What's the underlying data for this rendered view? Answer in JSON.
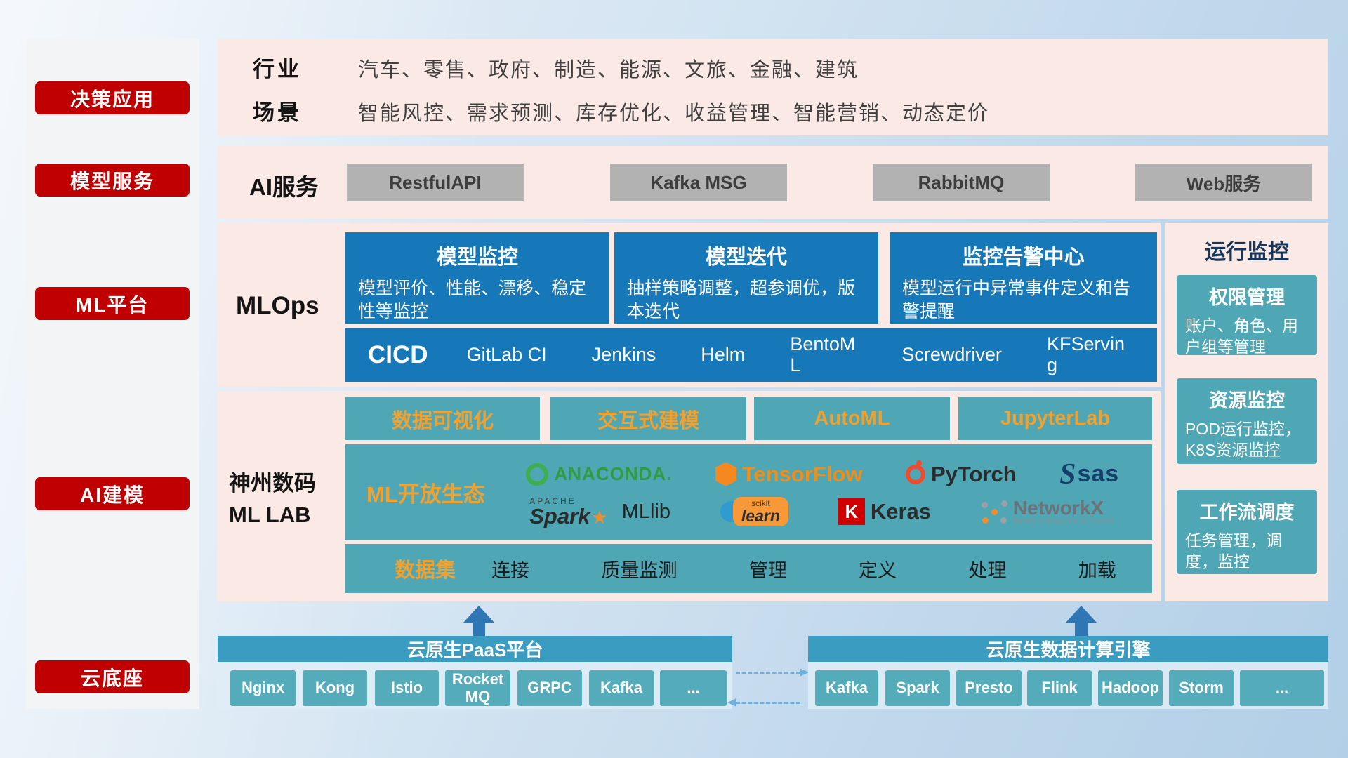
{
  "sidebar": {
    "items": [
      "决策应用",
      "模型服务",
      "ML平台",
      "AI建模",
      "云底座"
    ]
  },
  "top_panel": {
    "rows": [
      {
        "label": "行业",
        "text": "汽车、零售、政府、制造、能源、文旅、金融、建筑"
      },
      {
        "label": "场景",
        "text": "智能风控、需求预测、库存优化、收益管理、智能营销、动态定价"
      }
    ]
  },
  "ai_service": {
    "label": "AI服务",
    "buttons": [
      "RestfulAPI",
      "Kafka MSG",
      "RabbitMQ",
      "Web服务"
    ]
  },
  "mlops": {
    "label": "MLOps",
    "cards": [
      {
        "title": "模型监控",
        "desc": "模型评价、性能、漂移、稳定性等监控"
      },
      {
        "title": "模型迭代",
        "desc": "抽样策略调整，超参调优，版本迭代"
      },
      {
        "title": "监控告警中心",
        "desc": "模型运行中异常事件定义和告警提醒"
      }
    ],
    "cicd_label": "CICD",
    "cicd_items": [
      "GitLab CI",
      "Jenkins",
      "Helm",
      "BentoML",
      "Screwdriver",
      "KFServing"
    ]
  },
  "monitor": {
    "title": "运行监控",
    "cards": [
      {
        "title": "权限管理",
        "desc": "账户、角色、用户组等管理"
      },
      {
        "title": "资源监控",
        "desc": "POD运行监控，K8S资源监控"
      },
      {
        "title": "工作流调度",
        "desc": "任务管理，调度，监控"
      }
    ]
  },
  "mllab": {
    "label_line1": "神州数码",
    "label_line2": "ML LAB",
    "tools": [
      "数据可视化",
      "交互式建模",
      "AutoML",
      "JupyterLab"
    ],
    "eco_label": "ML开放生态",
    "logos": {
      "anaconda": "ANACONDA.",
      "tensorflow": "TensorFlow",
      "pytorch": "PyTorch",
      "sas_swirl": "S",
      "sas": "sas",
      "spark_apache": "APACHE",
      "spark": "Spark",
      "spark_star": "★",
      "mllib": "MLlib",
      "scikit_top": "scikit",
      "scikit_word": "learn",
      "keras_k": "K",
      "keras": "Keras",
      "networkx": "NetworkX",
      "networkx_sub": "Network Analysis in Python"
    },
    "dataset_label": "数据集",
    "dataset_items": [
      "连接",
      "质量监测",
      "管理",
      "定义",
      "处理",
      "加载"
    ]
  },
  "bottom": {
    "paas_title": "云原生PaaS平台",
    "paas_items": [
      "Nginx",
      "Kong",
      "Istio",
      "RocketMQ",
      "GRPC",
      "Kafka",
      "..."
    ],
    "engine_title": "云原生数据计算引擎",
    "engine_items": [
      "Kafka",
      "Spark",
      "Presto",
      "Flink",
      "Hadoop",
      "Storm",
      "..."
    ]
  },
  "colors": {
    "red": "#c00000",
    "blue_card": "#1678b8",
    "teal": "#4fa6b5",
    "orange": "#f0a12e",
    "bottom_bar": "#3a9cc0",
    "bottom_button": "#54abb9",
    "panel_pink": "#fbe9e5"
  }
}
